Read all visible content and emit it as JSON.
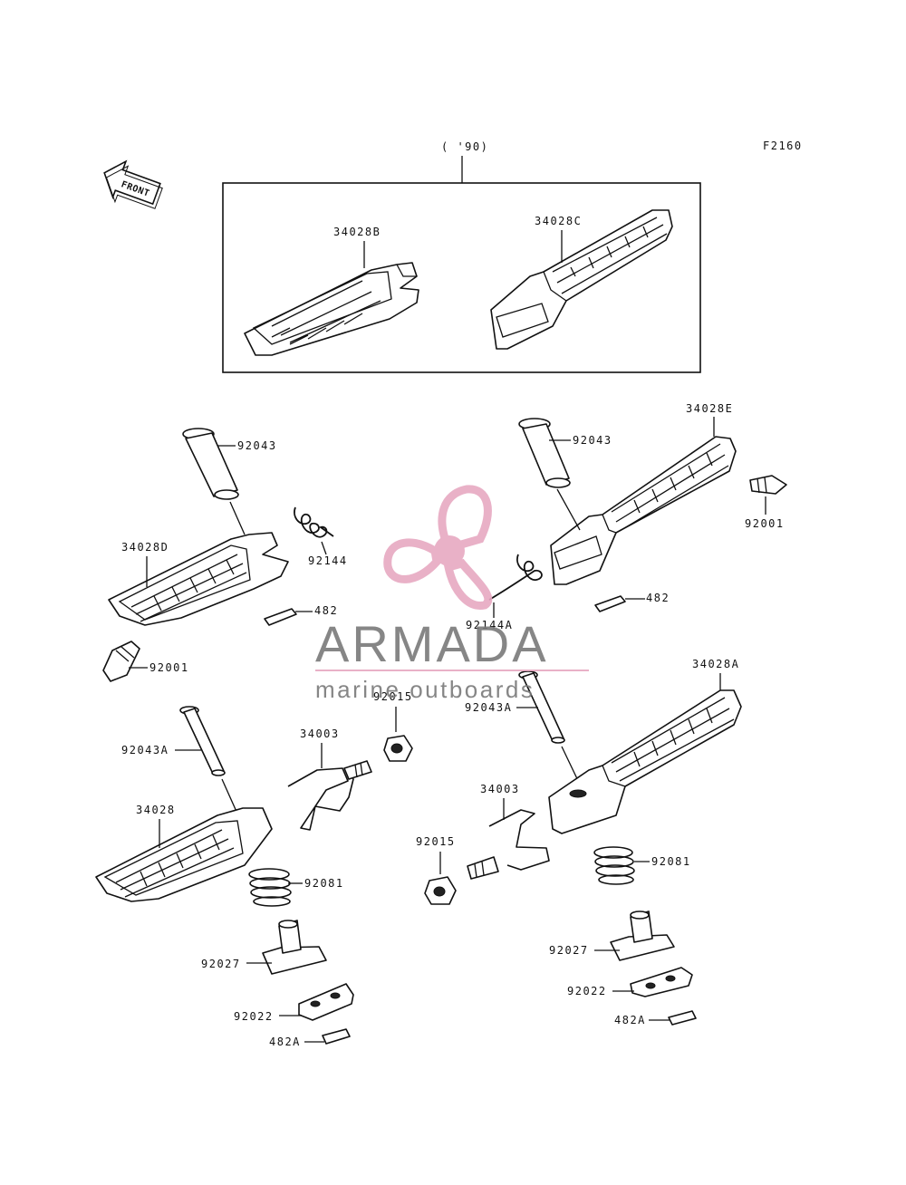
{
  "diagram": {
    "figure_code": "F2160",
    "inset_label": "( '90)",
    "front_badge": "FRONT",
    "parts": [
      {
        "id": "34028B",
        "label": "34028B"
      },
      {
        "id": "34028C",
        "label": "34028C"
      },
      {
        "id": "34028E",
        "label": "34028E"
      },
      {
        "id": "34028D",
        "label": "34028D"
      },
      {
        "id": "34028A",
        "label": "34028A"
      },
      {
        "id": "34028",
        "label": "34028"
      },
      {
        "id": "92043-left",
        "label": "92043"
      },
      {
        "id": "92043-right",
        "label": "92043"
      },
      {
        "id": "92043A-left",
        "label": "92043A"
      },
      {
        "id": "92043A-right",
        "label": "92043A"
      },
      {
        "id": "92144",
        "label": "92144"
      },
      {
        "id": "92144A",
        "label": "92144A"
      },
      {
        "id": "482-left",
        "label": "482"
      },
      {
        "id": "482-right",
        "label": "482"
      },
      {
        "id": "92001-left",
        "label": "92001"
      },
      {
        "id": "92001-right",
        "label": "92001"
      },
      {
        "id": "92015-left",
        "label": "92015"
      },
      {
        "id": "92015-right",
        "label": "92015"
      },
      {
        "id": "34003-left",
        "label": "34003"
      },
      {
        "id": "34003-right",
        "label": "34003"
      },
      {
        "id": "92081-left",
        "label": "92081"
      },
      {
        "id": "92081-right",
        "label": "92081"
      },
      {
        "id": "92027-left",
        "label": "92027"
      },
      {
        "id": "92027-right",
        "label": "92027"
      },
      {
        "id": "92022-left",
        "label": "92022"
      },
      {
        "id": "92022-right",
        "label": "92022"
      },
      {
        "id": "482A-left",
        "label": "482A"
      },
      {
        "id": "482A-right",
        "label": "482A"
      }
    ]
  },
  "watermark": {
    "brand": "ARMADA",
    "tagline": "marine outboards",
    "logo_color": "#e7a9c2",
    "text_color": "#7a7a7a"
  }
}
